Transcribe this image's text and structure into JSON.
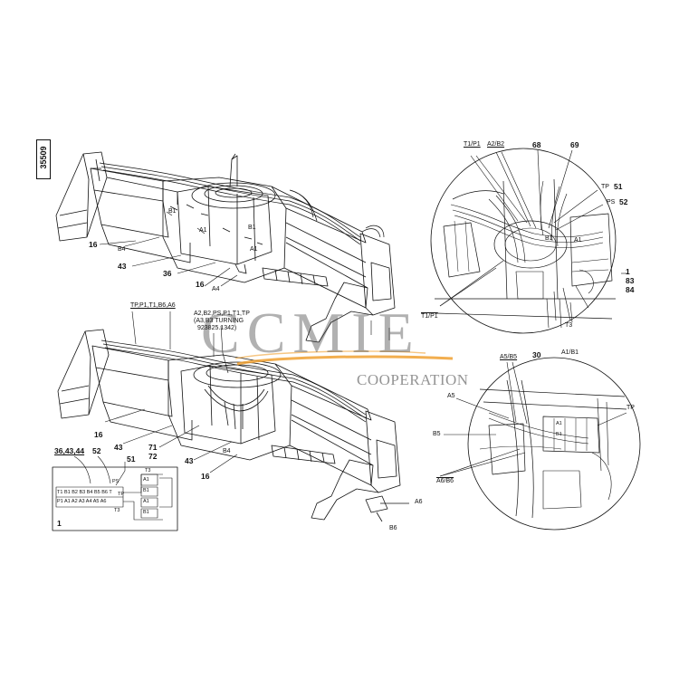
{
  "document_number": "35509",
  "watermark": {
    "brand": "CCMIE",
    "subtitle": "COOPERATION"
  },
  "colors": {
    "line": "#111111",
    "watermark_orange": "#f0a030",
    "watermark_text": "#555555"
  },
  "top_view": {
    "callouts": [
      "16",
      "43",
      "36",
      "16"
    ],
    "ports": [
      "B1",
      "A1",
      "B4",
      "A4",
      "B1",
      "A1"
    ]
  },
  "bottom_view": {
    "header_left": "TP,P1,T1,B6,A6",
    "header_right_line1": "A2,B2,PS,P1,T1,TP",
    "header_right_line2": "(A3,B3 TURNING",
    "header_right_line3": "923825.1342)",
    "callouts": [
      "16",
      "43",
      "71",
      "72",
      "43",
      "16"
    ],
    "ports": [
      "A6",
      "B6",
      "B4"
    ]
  },
  "schematic": {
    "header_left": "36,43,44",
    "header_mid": "52",
    "header_right": "51",
    "row_top": "T1 B1 B2 B3 B4 B5 B6 T",
    "row_bottom": "P1 A1 A2 A3 A4 A5 A6",
    "right_labels": [
      "T3",
      "A1",
      "B1",
      "A1",
      "B1"
    ],
    "ps_label": "PS",
    "tp_label": "TP",
    "t3_label": "T3",
    "footnote": "1"
  },
  "detail_upper": {
    "labels": [
      "T1/P1",
      "A2/B2",
      "T1/P1",
      "A1/B1",
      "T3",
      "TP",
      "PS",
      "B1",
      "A1"
    ],
    "callouts": [
      "68",
      "69",
      "51",
      "52",
      "30"
    ],
    "side_callouts": [
      "1",
      "83",
      "84"
    ]
  },
  "detail_lower": {
    "labels": [
      "A5/B5",
      "A5",
      "B5",
      "A6/B6",
      "TP",
      "A1",
      "B1"
    ]
  }
}
